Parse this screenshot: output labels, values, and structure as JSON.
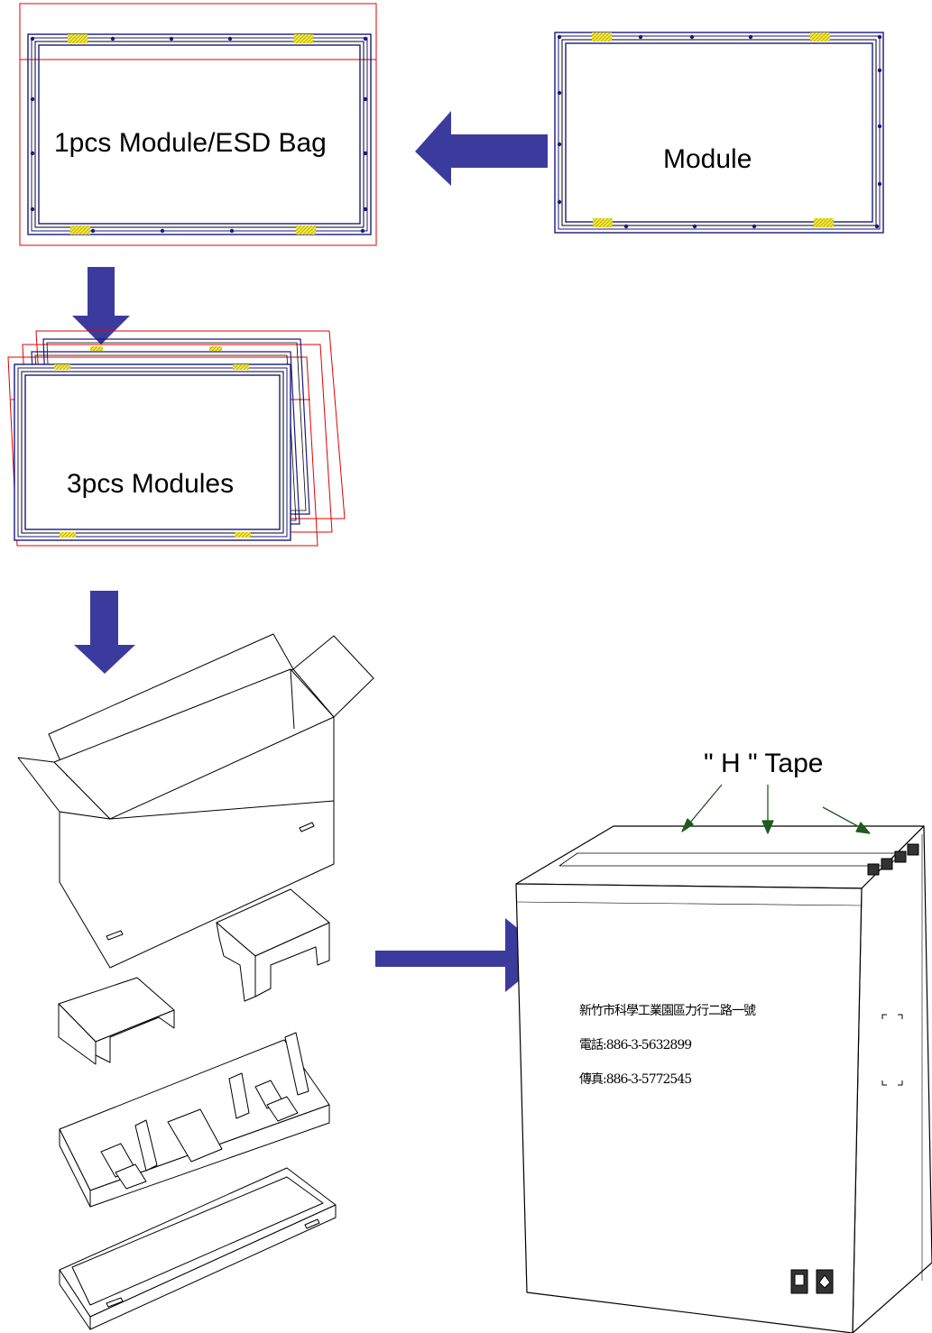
{
  "labels": {
    "bag": "1pcs Module/ESD Bag",
    "module": "Module",
    "modules3": "3pcs Modules",
    "tape": "\" H \" Tape"
  },
  "carton_text": {
    "line1": "新竹市科學工業園區力行二路一號",
    "line2": "電話:886-3-5632899",
    "line3": "傳真:886-3-5772545"
  },
  "colors": {
    "arrow": "#3b3b9e",
    "module_frame": "#1a1a7a",
    "bag_outline": "#e00000",
    "tape_pad": "#f2e640",
    "tape_arrow": "#1f5a1f"
  }
}
